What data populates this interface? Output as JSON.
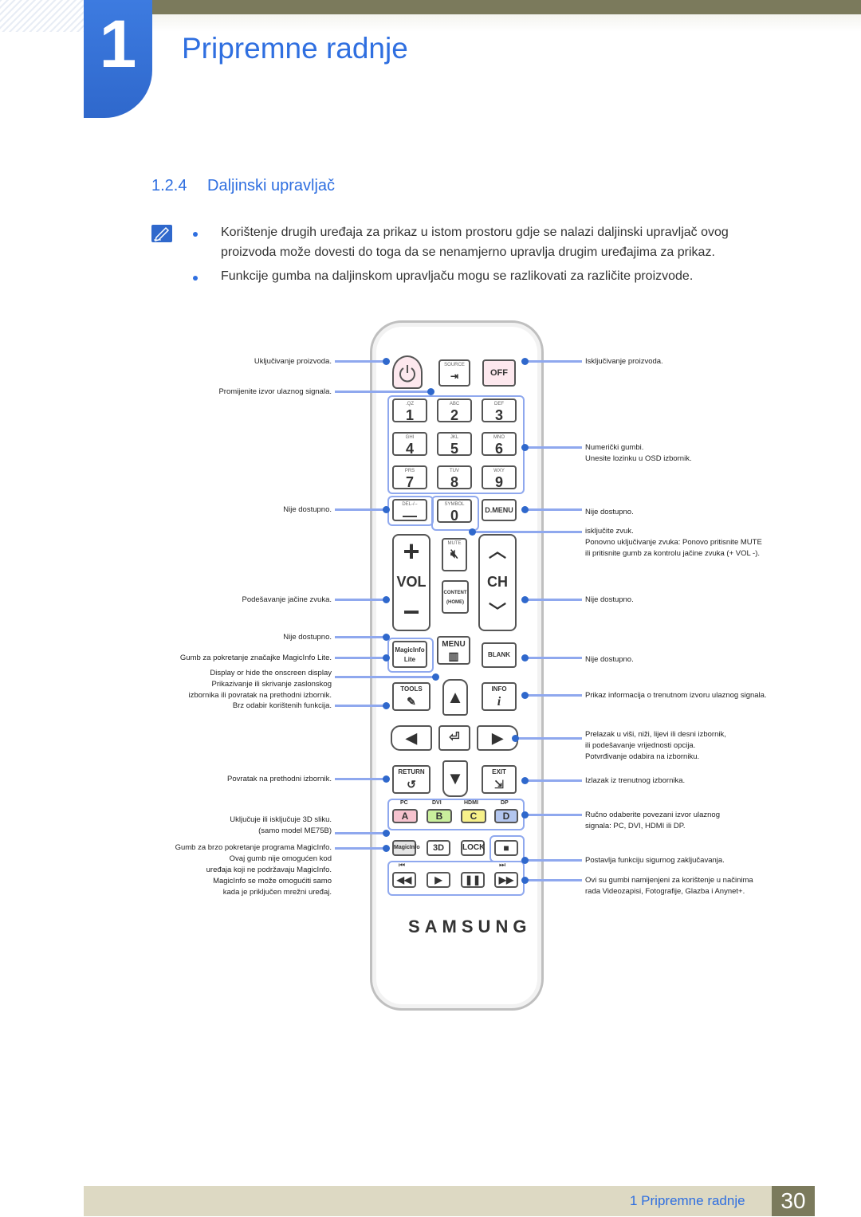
{
  "header": {
    "chapter_number": "1",
    "chapter_title": "Pripremne radnje"
  },
  "section": {
    "number": "1.2.4",
    "title": "Daljinski upravljač"
  },
  "notes": [
    "Korištenje drugih uređaja za prikaz u istom prostoru gdje se nalazi daljinski upravljač ovog proizvoda može dovesti do toga da se nenamjerno upravlja drugim uređajima za prikaz.",
    "Funkcije gumba na daljinskom upravljaču mogu se razlikovati za različite proizvode."
  ],
  "left_labels": [
    "Uključivanje proizvoda.",
    "Promijenite izvor ulaznog signala.",
    "Nije dostupno.",
    "Podešavanje jačine zvuka.",
    "Nije dostupno.",
    "Gumb za pokretanje značajke MagicInfo Lite.",
    "Display or hide the onscreen display\nPrikazivanje ili skrivanje zaslonskog\nizbornika ili povratak na prethodni izbornik.",
    "Brz odabir korištenih funkcija.",
    "Povratak na prethodni izbornik.",
    "Uključuje ili isključuje 3D sliku.\n(samo model ME75B)",
    "Gumb za brzo pokretanje programa MagicInfo.\nOvaj gumb nije omogućen kod\nuređaja koji ne podržavaju MagicInfo.\nMagicInfo se može omogućiti samo\nkada je priključen mrežni uređaj."
  ],
  "right_labels": [
    "Isključivanje proizvoda.",
    "Numerički gumbi.\nUnesite lozinku u OSD izbornik.",
    "Nije dostupno.",
    "isključite zvuk.\nPonovno uključivanje zvuka: Ponovo pritisnite MUTE\nili pritisnite gumb za kontrolu jačine zvuka (+  VOL  -).",
    "Nije dostupno.",
    "Nije dostupno.",
    "Prikaz informacija o trenutnom izvoru ulaznog signala.",
    "Prelazak u viši, niži, lijevi ili desni izbornik,\nili podešavanje vrijednosti opcija.\nPotvrđivanje odabira na izborniku.",
    "Izlazak iz trenutnog izbornika.",
    "Ručno odaberite povezani izvor ulaznog\nsignala: PC, DVI, HDMI ili DP.",
    "Postavlja funkciju sigurnog zaključavanja.",
    "Ovi su gumbi namijenjeni za korištenje u načinima\nrada Videozapisi, Fotografije, Glazba i Anynet+."
  ],
  "remote": {
    "source": "SOURCE",
    "off": "OFF",
    "numkeys": [
      {
        "sub": ".QZ",
        "num": "1"
      },
      {
        "sub": "ABC",
        "num": "2"
      },
      {
        "sub": "DEF",
        "num": "3"
      },
      {
        "sub": "GHI",
        "num": "4"
      },
      {
        "sub": "JKL",
        "num": "5"
      },
      {
        "sub": "MNO",
        "num": "6"
      },
      {
        "sub": "PRS",
        "num": "7"
      },
      {
        "sub": "TUV",
        "num": "8"
      },
      {
        "sub": "WXY",
        "num": "9"
      }
    ],
    "del": "DEL-/--",
    "symbol": "SYMBOL",
    "zero": "0",
    "dmenu": "D.MENU",
    "mute": "MUTE",
    "vol": "VOL",
    "ch": "CH",
    "content": "CONTENT",
    "home": "(HOME)",
    "magicinfo": "MagicInfo",
    "lite": "Lite",
    "menu": "MENU",
    "blank": "BLANK",
    "tools": "TOOLS",
    "info": "INFO",
    "return": "RETURN",
    "exit": "EXIT",
    "pc": "PC",
    "dvi": "DVI",
    "hdmi": "HDMI",
    "dp": "DP",
    "a": "A",
    "b": "B",
    "c": "C",
    "d": "D",
    "magicinfo2": "MagicInfo",
    "three_d": "3D",
    "lock": "LOCK",
    "brand": "SAMSUNG"
  },
  "footer": {
    "text": "1 Pripremne radnje",
    "page": "30"
  }
}
